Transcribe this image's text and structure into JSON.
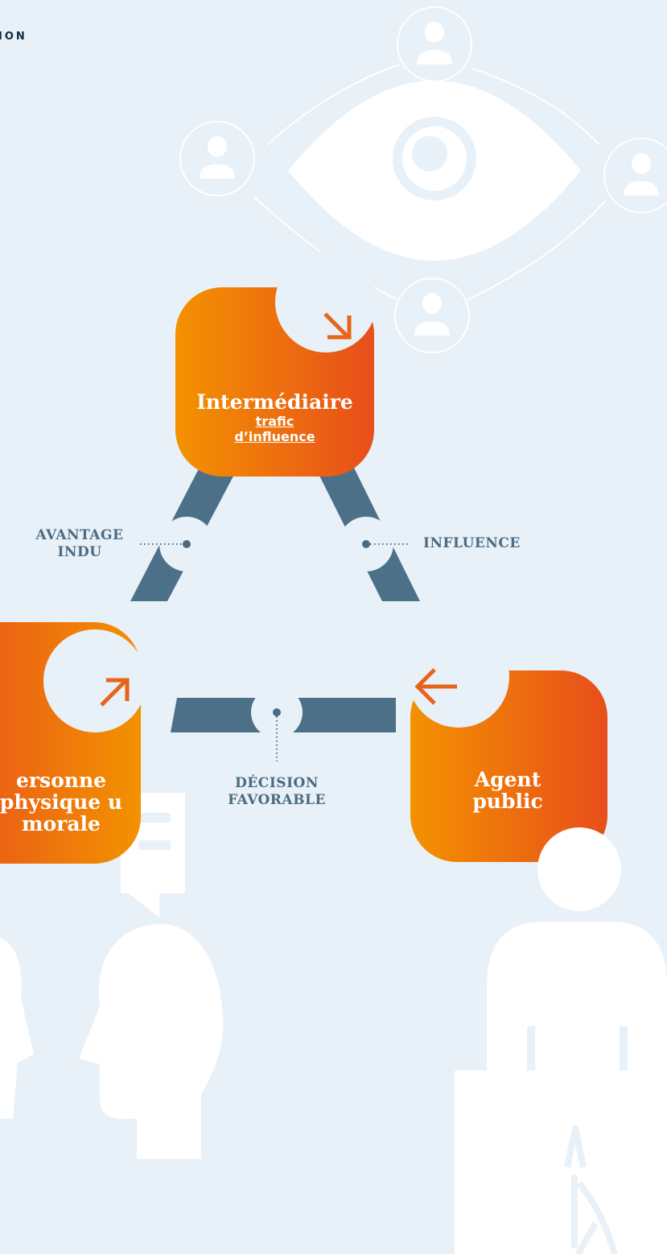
{
  "header": {
    "section_label": "ION"
  },
  "colors": {
    "background": "#e8f0f8",
    "node_gradient_start": "#f39200",
    "node_gradient_end": "#e84e1b",
    "connector": "#4d7089",
    "label_text": "#4b6b80",
    "arrow": "#e8641b",
    "pictogram": "#ffffff"
  },
  "nodes": {
    "intermediary": {
      "title": "Intermédiaire",
      "subtitle": "trafic d’influence",
      "arrow_icon": "arrow-down-right-icon"
    },
    "person": {
      "title": "ersonne physique u morale",
      "arrow_icon": "arrow-up-right-icon"
    },
    "agent": {
      "title": "Agent public",
      "arrow_icon": "arrow-left-icon"
    }
  },
  "edges": {
    "left": {
      "label": "AVANTAGE INDU"
    },
    "right": {
      "label": "INFLUENCE"
    },
    "bottom": {
      "label": "DÉCISION FAVORABLE"
    }
  },
  "pictograms": [
    "eye-network-icon",
    "speech-bubble-icon",
    "head-profile-icon",
    "official-person-icon",
    "pen-nib-icon"
  ]
}
